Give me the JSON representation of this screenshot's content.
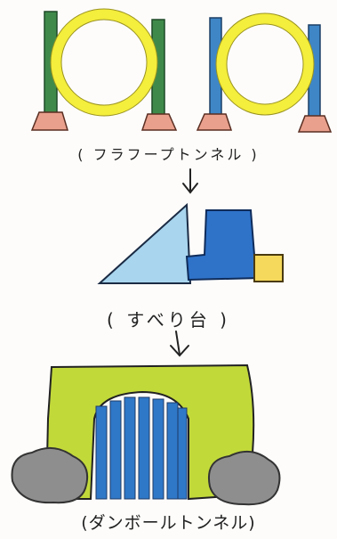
{
  "captions": {
    "hoop_tunnel": "( フラフープトンネル )",
    "slide": "( すべり台 )",
    "cardboard_tunnel": "(ダンボールトンネル)"
  },
  "colors": {
    "hoop_yellow": "#f4ee3c",
    "pole_green": "#3f8a4a",
    "pole_blue": "#3e86c6",
    "base_pink": "#e9a08c",
    "slide_lightblue": "#a9d5ee",
    "stairs_blue": "#2f73c9",
    "cube_yellow": "#f5d95c",
    "tunnel_green": "#c2d93a",
    "stripe_blue": "#2f78c8",
    "rock_gray": "#8e8e8e"
  }
}
